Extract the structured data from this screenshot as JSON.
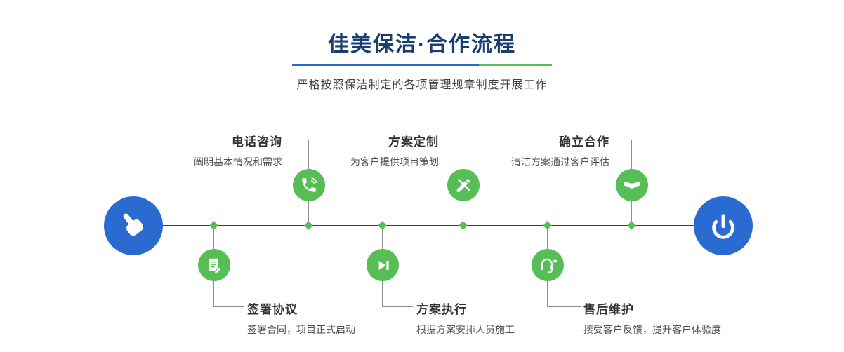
{
  "header": {
    "title": "佳美保洁·合作流程",
    "subtitle": "严格按照保洁制定的各项管理规章制度开展工作"
  },
  "colors": {
    "blue": "#2a6bd2",
    "green": "#57be56",
    "navy": "#1a3e6e",
    "line-dark": "#3d3d3d",
    "line-gray": "#8f8f8f",
    "text-dark": "#333333",
    "text-gray": "#4f4f4f"
  },
  "timeline": {
    "start_icon": "hand-pointer-icon",
    "end_icon": "power-icon"
  },
  "steps": [
    {
      "id": "phone-consult",
      "title": "电话咨询",
      "desc": "阐明基本情况和需求",
      "icon": "phone-icon",
      "position": "top"
    },
    {
      "id": "plan-custom",
      "title": "方案定制",
      "desc": "为客户提供项目策划",
      "icon": "design-tools-icon",
      "position": "top"
    },
    {
      "id": "establish-coop",
      "title": "确立合作",
      "desc": "清洁方案通过客户评估",
      "icon": "handshake-icon",
      "position": "top"
    },
    {
      "id": "sign-agreement",
      "title": "签署协议",
      "desc": "签署合同，项目正式启动",
      "icon": "contract-icon",
      "position": "bottom"
    },
    {
      "id": "plan-execute",
      "title": "方案执行",
      "desc": "根据方案安排人员施工",
      "icon": "play-next-icon",
      "position": "bottom"
    },
    {
      "id": "after-sales",
      "title": "售后维护",
      "desc": "接受客户反馈，提升客户体验度",
      "icon": "headset-add-icon",
      "position": "bottom"
    }
  ]
}
